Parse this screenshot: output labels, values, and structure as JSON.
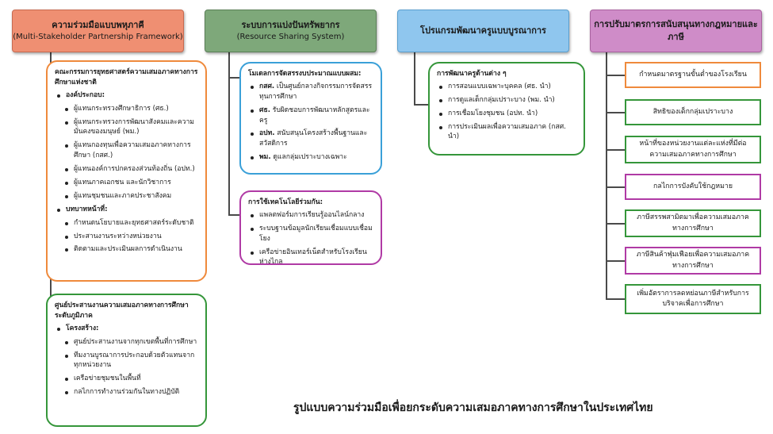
{
  "columns": {
    "col1": {
      "title": "ความร่วมมือแบบพหุภาคี",
      "subtitle": "(Multi-Stakeholder Partnership Framework)",
      "color": "#ef8f72",
      "box1": {
        "title": "คณะกรรมการยุทธศาสตร์ความเสมอภาคทางการศึกษาแห่งชาติ",
        "composition_label": "องค์ประกอบ:",
        "composition": [
          "ผู้แทนกระทรวงศึกษาธิการ (ศธ.)",
          "ผู้แทนกระทรวงการพัฒนาสังคมและความมั่นคงของมนุษย์ (พม.)",
          "ผู้แทนกองทุนเพื่อความเสมอภาคทางการศึกษา (กสศ.)",
          "ผู้แทนองค์การปกครองส่วนท้องถิ่น (อปท.)",
          "ผู้แทนภาคเอกชน และนักวิชาการ",
          "ผู้แทนชุมชนและภาคประชาสังคม"
        ],
        "roles_label": "บทบาทหน้าที่:",
        "roles": [
          "กำหนดนโยบายและยุทธศาสตร์ระดับชาติ",
          "ประสานงานระหว่างหน่วยงาน",
          "ติดตามและประเมินผลการดำเนินงาน"
        ]
      },
      "box2": {
        "title": "ศูนย์ประสานงานความเสมอภาคทางการศึกษาระดับภูมิภาค",
        "structure_label": "โครงสร้าง:",
        "structure": [
          "ศูนย์ประสานงานจากทุกเขตพื้นที่การศึกษา",
          "ทีมงานบูรณาการประกอบด้วยตัวแทนจากทุกหน่วยงาน",
          "เครือข่ายชุมชนในพื้นที่",
          "กลไกการทำงานร่วมกันในทางปฏิบัติ"
        ]
      }
    },
    "col2": {
      "title": "ระบบการแบ่งปันทรัพยากร",
      "subtitle": "(Resource Sharing System)",
      "color": "#7ea87a",
      "box1": {
        "title": "โมเดลการจัดสรรงบประมาณแบบผสม:",
        "items": [
          {
            "bold": "กสศ.",
            "text": " เป็นศูนย์กลางกิจกรรมการจัดสรรทุนการศึกษา"
          },
          {
            "bold": "ศธ.",
            "text": " รับผิดชอบการพัฒนาหลักสูตรและครู"
          },
          {
            "bold": "อปท.",
            "text": " สนับสนุนโครงสร้างพื้นฐานและสวัสดิการ"
          },
          {
            "bold": "พม.",
            "text": " ดูแลกลุ่มเปราะบางเฉพาะ"
          }
        ]
      },
      "box2": {
        "title": "การใช้เทคโนโลยีร่วมกัน:",
        "items": [
          "แพลตฟอร์มการเรียนรู้ออนไลน์กลาง",
          "ระบบฐานข้อมูลนักเรียนเชื่อมแบบเชื่อมโยง",
          "เครือข่ายอินเทอร์เน็ตสำหรับโรงเรียนห่างไกล"
        ]
      }
    },
    "col3": {
      "title": "โปรแกรมพัฒนาครูแบบบูรณาการ",
      "color": "#8fc6ee",
      "box1": {
        "title": "การพัฒนาครูด้านต่าง ๆ",
        "items": [
          "การสอนแบบเฉพาะบุคคล (ศธ. นำ)",
          "การดูแลเด็กกลุ่มเปราะบาง (พม. นำ)",
          "การเชื่อมโยงชุมชน (อปท. นำ)",
          "การประเมินผลเพื่อความเสมอภาค (กสศ. นำ)"
        ]
      }
    },
    "col4": {
      "title": "การปรับมาตรการสนับสนุนทางกฎหมายและภาษี",
      "color": "#cf8cc8",
      "boxes": [
        {
          "text": "กำหนดมาตรฐานขั้นต่ำของโรงเรียน",
          "border": "#ef8a3c"
        },
        {
          "text": "สิทธิของเด็กกลุ่มเปราะบาง",
          "border": "#35963a"
        },
        {
          "text": "หน้าที่ของหน่วยงานแต่ละแห่งที่มีต่อความเสมอภาคทางการศึกษา",
          "border": "#35963a"
        },
        {
          "text": "กลไกการบังคับใช้กฎหมาย",
          "border": "#b03aa5"
        },
        {
          "text": "ภาษีสรรพสามิตมาเพื่อความเสมอภาคทางการศึกษา",
          "border": "#35963a"
        },
        {
          "text": "ภาษีสินค้าฟุ่มเฟือยเพื่อความเสมอภาคทางการศึกษา",
          "border": "#b03aa5"
        },
        {
          "text": "เพิ่มอัตราการลดหย่อนภาษีสำหรับการบริจาคเพื่อการศึกษา",
          "border": "#35963a"
        }
      ]
    }
  },
  "caption": "รูปแบบความร่วมมือเพื่อยกระดับความเสมอภาคทางการศึกษาในประเทศไทย"
}
